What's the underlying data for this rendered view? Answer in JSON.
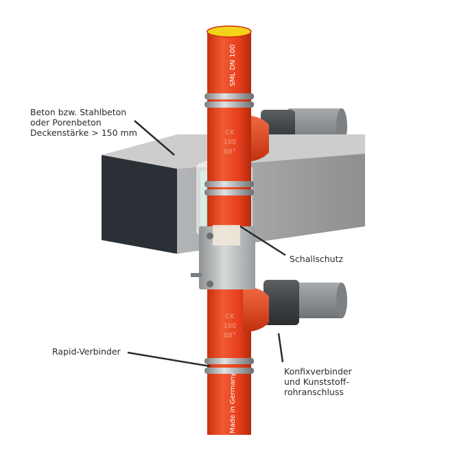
{
  "labels": {
    "beton_line1": "Beton bzw. Stahlbeton",
    "beton_line2": "oder Porenbeton",
    "beton_line3": "Deckenstärke > 150 mm",
    "schallschutz": "Schallschutz",
    "rapid": "Rapid-Verbinder",
    "konfix_line1": "Konfixverbinder",
    "konfix_line2": "und Kunststoff-",
    "konfix_line3": "rohranschluss"
  },
  "pipe_markings": {
    "top_text": "SML DN 100",
    "bottom_text": "Made in Germany",
    "fitting_upper": [
      "CK",
      "100",
      "88°"
    ],
    "fitting_lower": [
      "CK",
      "100",
      "88°"
    ]
  },
  "colors": {
    "pipe_red": "#e8401e",
    "pipe_dark_red": "#b8290c",
    "pipe_inner": "#f5d21a",
    "concrete_front": "#2a2f35",
    "concrete_top": "#c9c9c9",
    "concrete_side": "#9fa1a3",
    "plastic_pipe": "#8c8f91",
    "insulation": "#d9eee6",
    "clamp": "#b5b7b8"
  }
}
